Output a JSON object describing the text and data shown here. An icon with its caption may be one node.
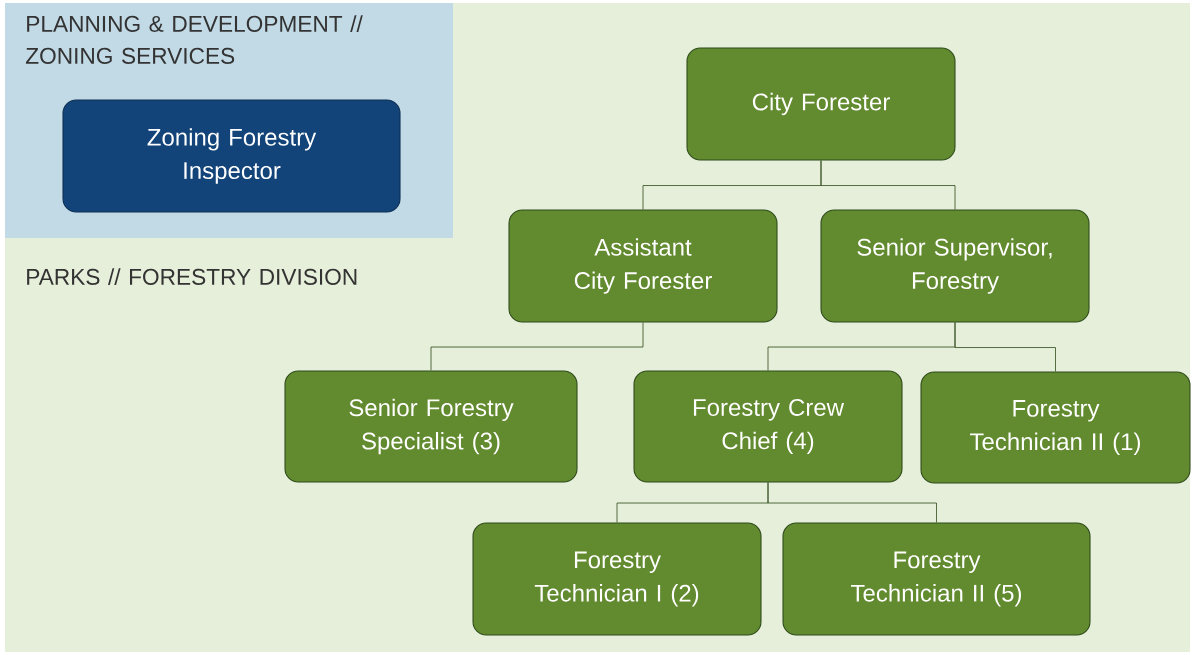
{
  "diagram": {
    "nodes": [
      {
        "text": [
          "PLANNING & DEVELOPMENT // ZONING SERVICES"
        ],
        "in": 2
      },
      {
        "text": [
          "Zoning Forestry Inspector"
        ],
        "in": 0
      },
      {
        "text": [
          "PARKS // FORESTRY DIVISION"
        ]
      },
      {
        "text": [
          "City Forester"
        ],
        "in": 2
      },
      {
        "text": [
          "Assistant City Forester"
        ],
        "in": 2
      },
      {
        "text": [
          "Senior Supervisor, Forestry"
        ],
        "in": 2
      },
      {
        "text": [
          "Senior Forestry Specialist (3)"
        ],
        "in": 2
      },
      {
        "text": [
          "Forestry Crew Chief (4)"
        ],
        "in": 2
      },
      {
        "text": [
          "Forestry Technician II (1)"
        ],
        "in": 2
      },
      {
        "text": [
          "Forestry Technician I (2)"
        ],
        "in": 2
      },
      {
        "text": [
          "Forestry Technician II (5)"
        ],
        "in": 2
      }
    ],
    "edges": [
      {
        "from": 3,
        "to": 4,
        "arrow": "none"
      },
      {
        "from": 3,
        "to": 5,
        "arrow": "none"
      },
      {
        "from": 4,
        "to": 6,
        "arrow": "none"
      },
      {
        "from": 5,
        "to": 7,
        "arrow": "none"
      },
      {
        "from": 5,
        "to": 8,
        "arrow": "none"
      },
      {
        "from": 7,
        "to": 9,
        "arrow": "none"
      },
      {
        "from": 7,
        "to": 10,
        "arrow": "none"
      }
    ]
  }
}
